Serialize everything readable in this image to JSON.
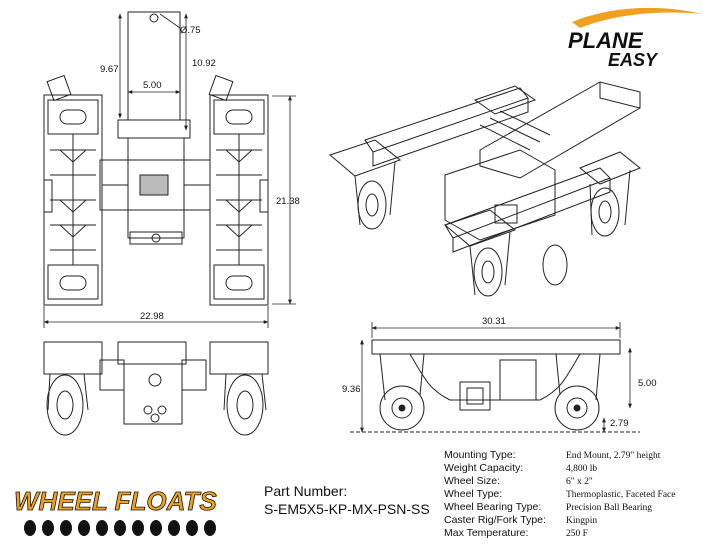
{
  "brand": {
    "logo_line1": "PLANE",
    "logo_line2": "EASY",
    "product_logo": "WHEEL FLOATS",
    "accent": "#f0a020",
    "dark": "#111111"
  },
  "dimensions": {
    "pin": "Ø.75",
    "height_a": "9.67",
    "height_b": "10.92",
    "width_inner": "5.00",
    "length": "21.38",
    "width_total": "22.98",
    "rear_width": "30.31",
    "rear_height": "9.36",
    "rear_mid": "5.00",
    "mount_height": "2.79"
  },
  "part": {
    "label": "Part Number:",
    "number": "S-EM5X5-KP-MX-PSN-SS"
  },
  "specs": [
    {
      "label": "Mounting Type:",
      "value": "End Mount, 2.79\" height"
    },
    {
      "label": "Weight Capacity:",
      "value": "4,800 lb"
    },
    {
      "label": "Wheel Size:",
      "value": "6\" x 2\""
    },
    {
      "label": "Wheel Type:",
      "value": "Thermoplastic, Faceted Face"
    },
    {
      "label": "Wheel Bearing Type:",
      "value": "Precision Ball Bearing"
    },
    {
      "label": "Caster Rig/Fork Type:",
      "value": "Kingpin"
    },
    {
      "label": "Max Temperature:",
      "value": "250 F"
    }
  ]
}
